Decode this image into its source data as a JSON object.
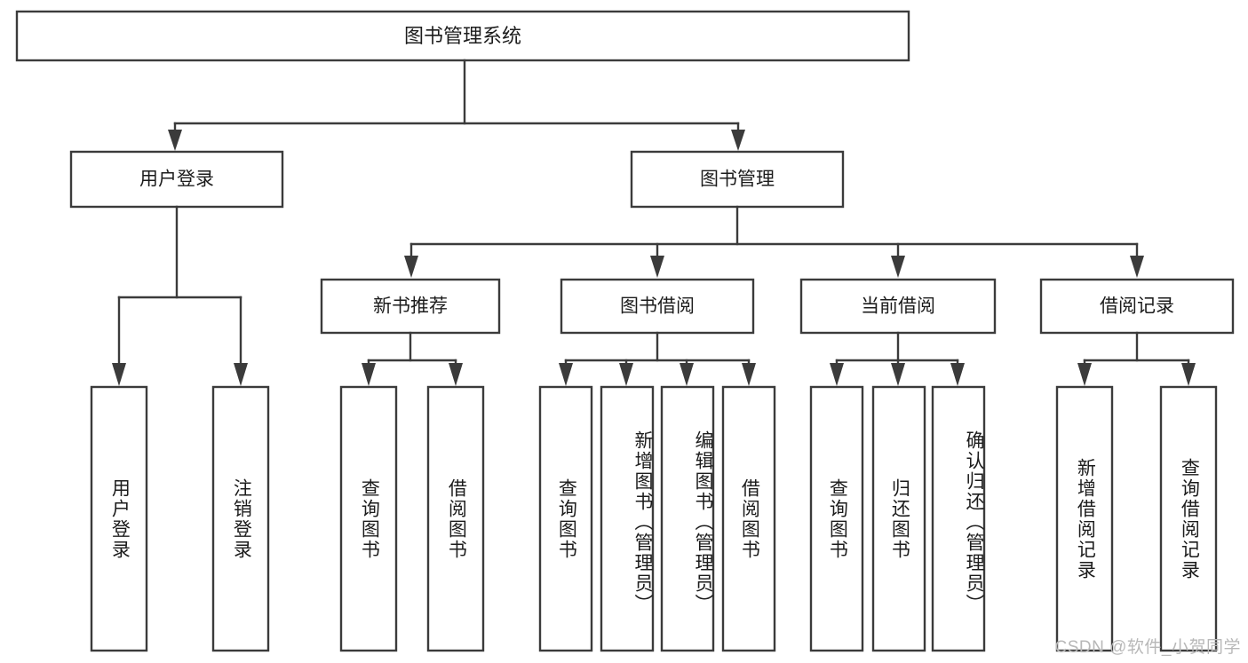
{
  "diagram": {
    "type": "hierarchy-tree",
    "title": "图书管理系统",
    "watermark": "CSDN @软件_小贺同学",
    "colors": {
      "stroke": "#3b3b3b",
      "fill": "#ffffff",
      "text": "#1c1c1c",
      "watermark": "#b8b8b8"
    },
    "levels": {
      "root": "图书管理系统",
      "level2": [
        "用户登录",
        "图书管理"
      ],
      "level3": [
        "新书推荐",
        "图书借阅",
        "当前借阅",
        "借阅记录"
      ]
    },
    "nodes": {
      "root": {
        "label": "图书管理系统"
      },
      "user_login": {
        "label": "用户登录"
      },
      "book_manage": {
        "label": "图书管理"
      },
      "new_book_rec": {
        "label": "新书推荐"
      },
      "book_borrow": {
        "label": "图书借阅"
      },
      "current_borrow": {
        "label": "当前借阅"
      },
      "borrow_record": {
        "label": "借阅记录"
      }
    },
    "leaves": {
      "user_login": [
        {
          "label": "用户登录"
        },
        {
          "label": "注销登录"
        }
      ],
      "new_book_rec": [
        {
          "label": "查询图书"
        },
        {
          "label": "借阅图书"
        }
      ],
      "book_borrow": [
        {
          "label": "查询图书"
        },
        {
          "label": "新增图书（管理员）"
        },
        {
          "label": "编辑图书（管理员）"
        },
        {
          "label": "借阅图书"
        }
      ],
      "current_borrow": [
        {
          "label": "查询图书"
        },
        {
          "label": "归还图书"
        },
        {
          "label": "确认归还（管理员）"
        }
      ],
      "borrow_record": [
        {
          "label": "新增借阅记录"
        },
        {
          "label": "查询借阅记录"
        }
      ]
    }
  }
}
